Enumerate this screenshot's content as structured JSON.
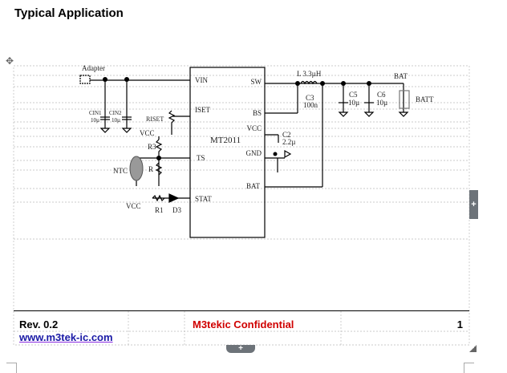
{
  "heading": "Typical Application",
  "schematic": {
    "chip": "MT2011",
    "pins_left": {
      "vin": "VIN",
      "iset": "ISET",
      "ts": "TS",
      "stat": "STAT"
    },
    "pins_right": {
      "sw": "SW",
      "bs": "BS",
      "vcc": "VCC",
      "gnd": "GND",
      "bat": "BAT"
    },
    "adapter": "Adapter",
    "cin1": "CIN1",
    "cin1_val": "10µ",
    "cin2": "CIN2",
    "cin2_val": "10µ",
    "riset": "RISET",
    "vcc1": "VCC",
    "r3": "R3",
    "ntc": "NTC",
    "r": "R",
    "vcc2": "VCC",
    "r1": "R1",
    "d3": "D3",
    "inductor": "L 3.3µH",
    "c3": "C3",
    "c3_val": "100n",
    "c2": "C2",
    "c2_val": "2.2µ",
    "c5": "C5",
    "c5_val": "10µ",
    "c6": "C6",
    "c6_val": "10µ",
    "bat": "BAT",
    "batt": "BATT"
  },
  "footer": {
    "revision": "Rev. 0.2",
    "website": "www.m3tek-ic.com",
    "confidential": "M3tekic Confidential",
    "page": "1"
  },
  "controls": {
    "add_row": "+",
    "add_column": "+",
    "move": "✥"
  }
}
